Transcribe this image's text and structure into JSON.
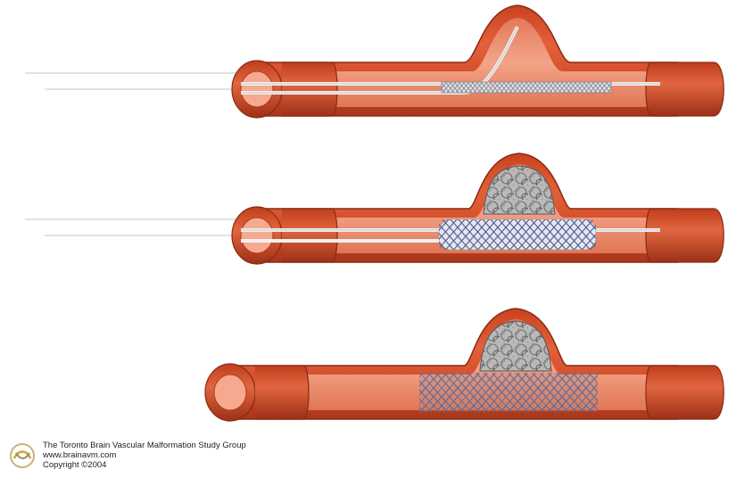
{
  "figure": {
    "panels": [
      {
        "id": "step-1",
        "stage": "microcatheter and undeployed stent in parent vessel"
      },
      {
        "id": "step-2",
        "stage": "stent deployed, coils filling aneurysm"
      },
      {
        "id": "step-3",
        "stage": "catheters removed, coiled aneurysm behind stent"
      }
    ]
  },
  "credit": {
    "organization": "The Toronto Brain Vascular Malformation Study Group",
    "website": "www.brainavm.com",
    "copyright": "Copyright ©2004"
  },
  "colors": {
    "vessel_outer": "#d9502a",
    "vessel_dark": "#b23a1c",
    "vessel_lumen": "#f08a6e",
    "vessel_inner": "#f7b49e",
    "stent_wire": "#5a6aa8",
    "coil": "#6f6f6f",
    "catheter": "#e8e8e8"
  }
}
